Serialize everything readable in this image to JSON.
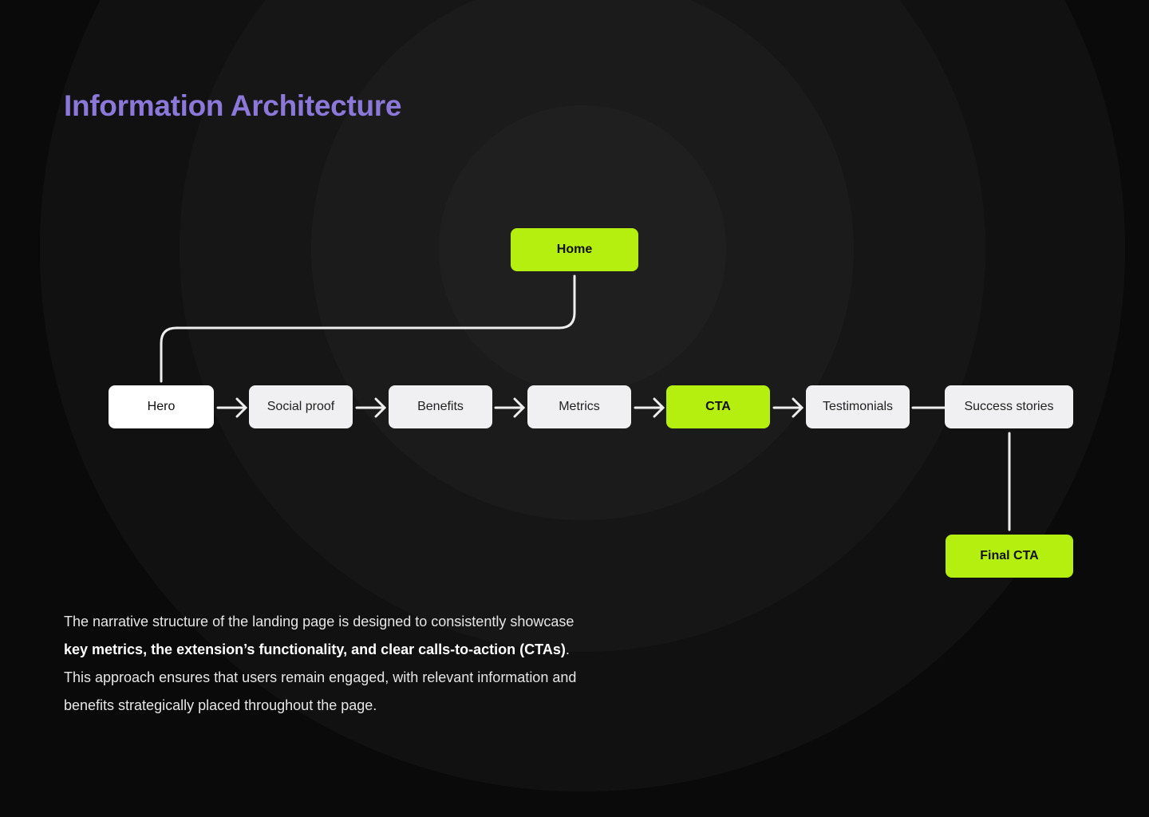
{
  "title": "Information Architecture",
  "nodes": {
    "home": "Home",
    "hero": "Hero",
    "social_proof": "Social proof",
    "benefits": "Benefits",
    "metrics": "Metrics",
    "cta": "CTA",
    "testimonials": "Testimonials",
    "success_stories": "Success stories",
    "final_cta": "Final CTA"
  },
  "description": {
    "part1": "The narrative structure of the landing page is designed to consistently showcase ",
    "bold": "key metrics, the extension’s functionality, and clear calls-to-action (CTAs)",
    "part2": ". This approach ensures that users remain engaged, with relevant information and benefits strategically placed throughout the page."
  },
  "colors": {
    "accent": "#b5ef0f",
    "title": "#8c78d9"
  }
}
